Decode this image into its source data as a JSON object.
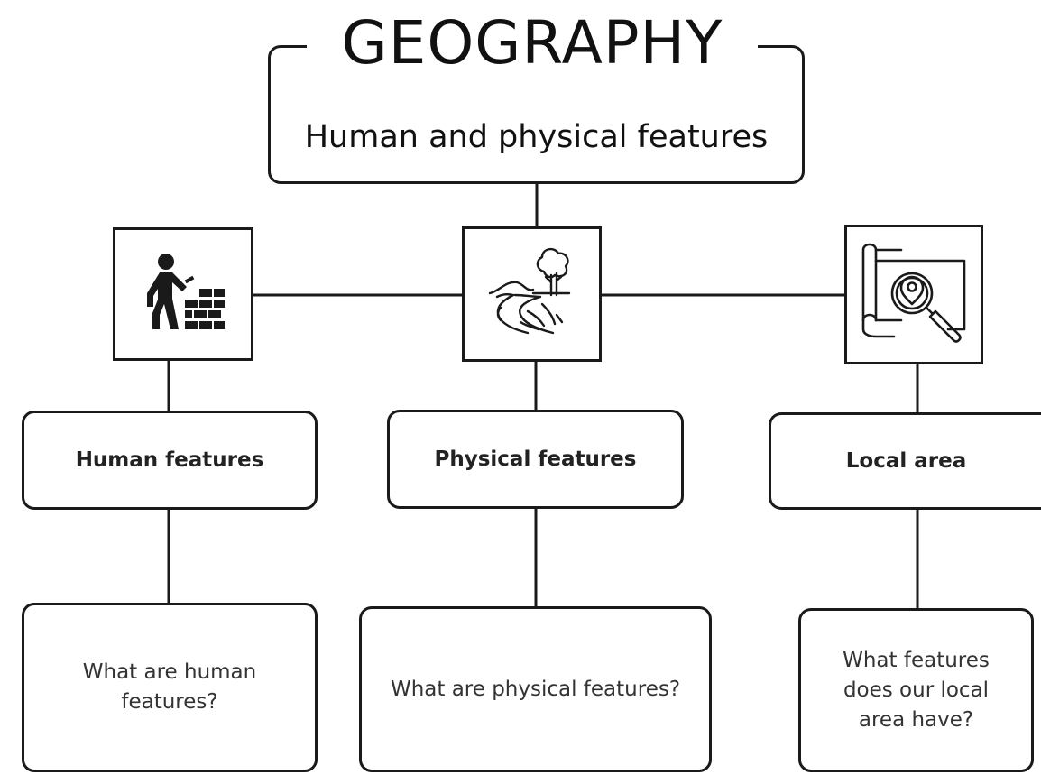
{
  "title": "GEOGRAPHY",
  "subtitle": "Human and physical features",
  "columns": [
    {
      "icon": "bricklayer-icon",
      "label": "Human features",
      "question": "What are human features?"
    },
    {
      "icon": "river-landscape-icon",
      "label": "Physical features",
      "question": "What are physical features?"
    },
    {
      "icon": "map-search-icon",
      "label": "Local area",
      "question": "What features does our local area have?"
    }
  ]
}
